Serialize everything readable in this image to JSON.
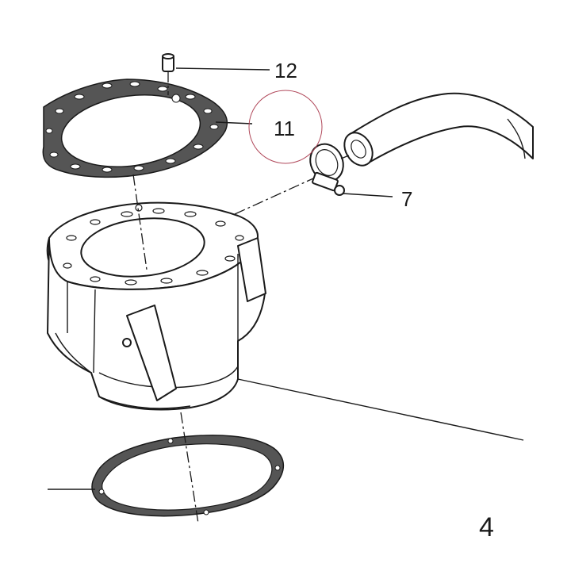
{
  "callouts": [
    {
      "id": "12",
      "text": "12"
    },
    {
      "id": "11",
      "text": "11"
    },
    {
      "id": "7",
      "text": "7"
    }
  ],
  "corner_mark": "4",
  "colors": {
    "line": "#1a1a1a",
    "gasket_fill": "#555555",
    "highlight_circle": "#b0485a"
  }
}
